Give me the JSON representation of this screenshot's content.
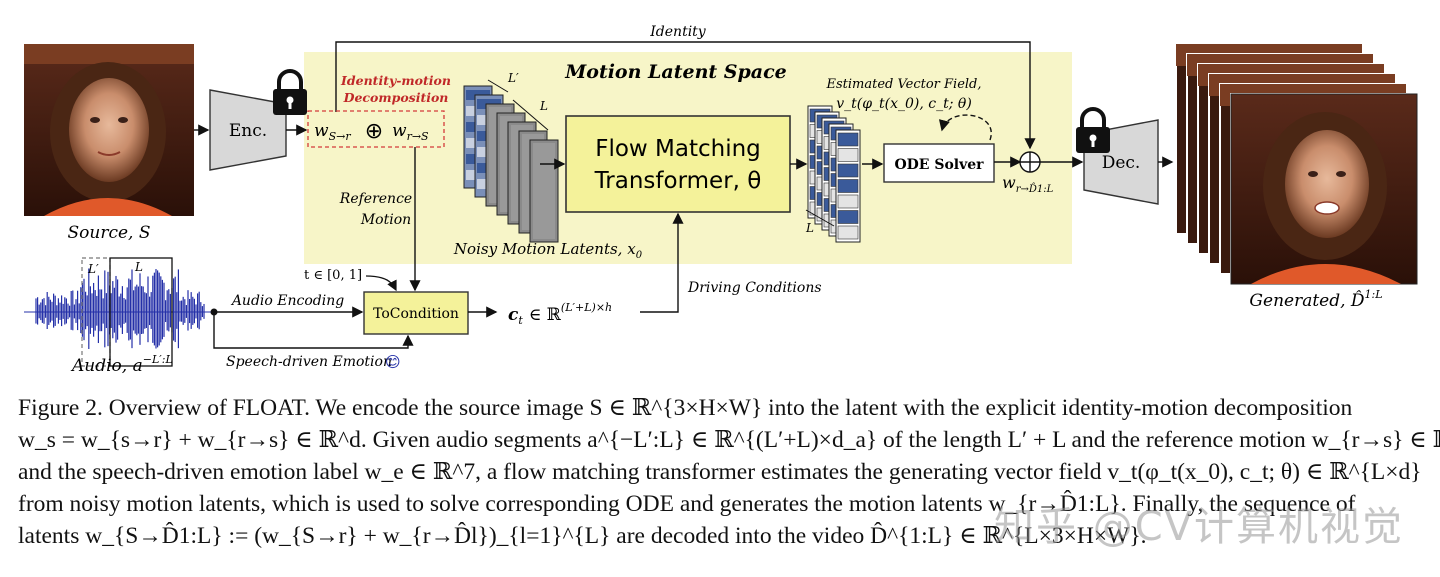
{
  "figure": {
    "identity_label": "Identity",
    "motion_latent_space": "Motion Latent Space",
    "id_motion_decomp": [
      "Identity-motion",
      "Decomposition"
    ],
    "enc": "Enc.",
    "dec": "Dec.",
    "w_s_r": "w",
    "w_s_r_sub": "S→r",
    "w_r_s": "w",
    "w_r_s_sub": "r→S",
    "oplus": "⊕",
    "source_label": "Source, S",
    "noisy_latents": "Noisy Motion Latents, x",
    "noisy_latents_sub": "0",
    "L_prime": "L′",
    "L": "L",
    "flow_matching": [
      "Flow Matching",
      "Transformer, θ"
    ],
    "estimated_vf": [
      "Estimated Vector Field,",
      "v_t(φ_t(x_0), c_t; θ)"
    ],
    "ode_solver": "ODE Solver",
    "w_r_D": "w",
    "w_r_D_sub": "r→D̂1:L",
    "generated_label": "Generated, D̂",
    "generated_sup": "1:L",
    "reference_motion": [
      "Reference",
      "Motion"
    ],
    "t_range": "t ∈ [0, 1]",
    "audio_encoding": "Audio Encoding",
    "to_condition": "ToCondition",
    "ct_label": "c",
    "ct_sub": "t",
    "ct_rest": "∈ ℝ",
    "ct_sup": "(L′+L)×h",
    "driving_conditions": "Driving Conditions",
    "audio_label": "Audio, a",
    "audio_sup": "−L′:L",
    "speech_emotion": "Speech-driven Emotion",
    "emoji": "😊",
    "audio_Lp": "L′",
    "audio_L": "L"
  },
  "caption": {
    "lines": [
      "Figure 2. Overview of FLOAT. We encode the source image S ∈ ℝ^{3×H×W} into the latent with the explicit identity-motion decomposition",
      "w_s = w_{s→r} + w_{r→s} ∈ ℝ^d. Given audio segments a^{−L′:L} ∈ ℝ^{(L′+L)×d_a} of the length L′ + L and the reference motion w_{r→s} ∈ ℝ^d,",
      "and the speech-driven emotion label w_e ∈ ℝ^7, a flow matching transformer estimates the generating vector field v_t(φ_t(x_0), c_t; θ) ∈ ℝ^{L×d}",
      "from noisy motion latents, which is used to solve corresponding ODE and generates the motion latents w_{r→D̂1:L}. Finally, the sequence of",
      "latents w_{S→D̂1:L} := (w_{S→r} + w_{r→D̂l})_{l=1}^{L} are decoded into the video D̂^{1:L} ∈ ℝ^{L×3×H×W}."
    ]
  },
  "watermark": "知乎 @CV计算机视觉",
  "colors": {
    "latent_bg": "#f7f5c8",
    "flow_box": "#f4f29a",
    "to_condition_box": "#f4f29a",
    "latent_blue": "#3a5a9a",
    "audio_wave": "#2430a8",
    "dashed_red": "#d43a3a"
  }
}
